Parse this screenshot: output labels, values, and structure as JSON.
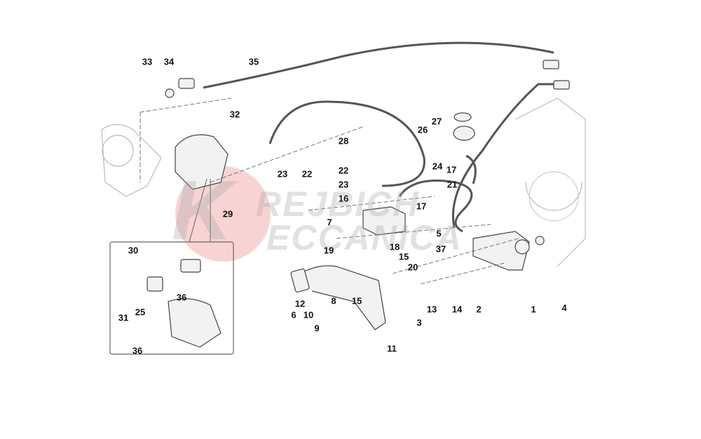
{
  "watermark": {
    "line1": "REJBICH",
    "line2": "ECCANICA",
    "initial": "K",
    "circle_color": "#f4b8b8"
  },
  "labels": [
    "33",
    "34",
    "35",
    "32",
    "28",
    "27",
    "26",
    "23",
    "22",
    "22",
    "23",
    "24",
    "17",
    "21",
    "16",
    "17",
    "29",
    "7",
    "5",
    "19",
    "18",
    "37",
    "15",
    "20",
    "30",
    "36",
    "25",
    "31",
    "36",
    "12",
    "6",
    "8",
    "15",
    "10",
    "9",
    "11",
    "3",
    "13",
    "14",
    "2",
    "1",
    "4"
  ]
}
